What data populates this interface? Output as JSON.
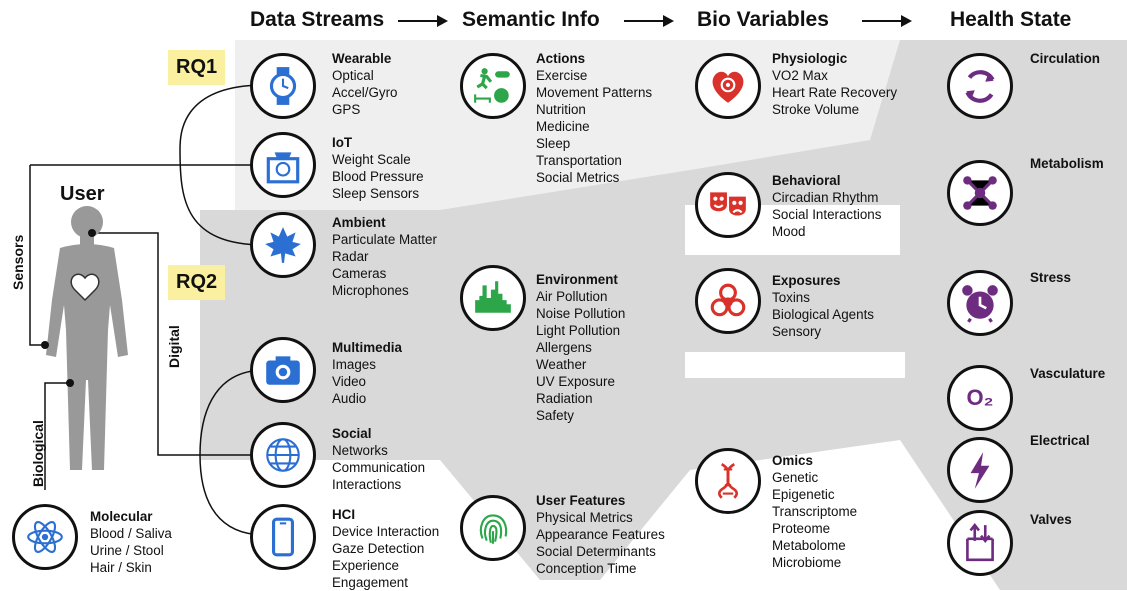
{
  "headers": [
    "Data Streams",
    "Semantic Info",
    "Bio Variables",
    "Health State"
  ],
  "rq1": "RQ1",
  "rq2": "RQ2",
  "user_label": "User",
  "side_labels": {
    "sensors": "Sensors",
    "digital": "Digital",
    "biological": "Biological"
  },
  "data_streams": [
    {
      "title": "Wearable",
      "items": [
        "Optical",
        "Accel/Gyro",
        "GPS"
      ],
      "icon": "watch-icon"
    },
    {
      "title": "IoT",
      "items": [
        "Weight Scale",
        "Blood Pressure",
        "Sleep Sensors"
      ],
      "icon": "scale-icon"
    },
    {
      "title": "Ambient",
      "items": [
        "Particulate Matter",
        "Radar",
        "Cameras",
        "Microphones"
      ],
      "icon": "leaf-icon"
    },
    {
      "title": "Multimedia",
      "items": [
        "Images",
        "Video",
        "Audio"
      ],
      "icon": "camera-icon"
    },
    {
      "title": "Social",
      "items": [
        "Networks",
        "Communication",
        "Interactions"
      ],
      "icon": "globe-icon"
    },
    {
      "title": "HCI",
      "items": [
        "Device Interaction",
        "Gaze Detection",
        "Experience",
        "Engagement"
      ],
      "icon": "phone-icon"
    },
    {
      "title": "Molecular",
      "items": [
        "Blood / Saliva",
        "Urine / Stool",
        "Hair / Skin"
      ],
      "icon": "atom-icon"
    }
  ],
  "semantic_info": [
    {
      "title": "Actions",
      "items": [
        "Exercise",
        "Movement Patterns",
        "Nutrition",
        "Medicine",
        "Sleep",
        "Transportation",
        "Social Metrics"
      ],
      "icon": "actions-icon"
    },
    {
      "title": "Environment",
      "items": [
        "Air Pollution",
        "Noise Pollution",
        "Light Pollution",
        "Allergens",
        "Weather",
        "UV Exposure",
        "Radiation",
        "Safety"
      ],
      "icon": "city-icon"
    },
    {
      "title": "User Features",
      "items": [
        "Physical Metrics",
        "Appearance Features",
        "Social Determinants",
        "Conception Time"
      ],
      "icon": "fingerprint-icon"
    }
  ],
  "bio_variables": [
    {
      "title": "Physiologic",
      "items": [
        "VO2 Max",
        "Heart Rate Recovery",
        "Stroke Volume"
      ],
      "icon": "heart-icon"
    },
    {
      "title": "Behavioral",
      "items": [
        "Circadian Rhythm",
        "Social Interactions",
        "Mood"
      ],
      "icon": "masks-icon"
    },
    {
      "title": "Exposures",
      "items": [
        "Toxins",
        "Biological Agents",
        "Sensory"
      ],
      "icon": "biohazard-icon"
    },
    {
      "title": "Omics",
      "items": [
        "Genetic",
        "Epigenetic",
        "Transcriptome",
        "Proteome",
        "Metabolome",
        "Microbiome"
      ],
      "icon": "dna-icon"
    }
  ],
  "health_state": [
    {
      "title": "Circulation",
      "icon": "cycle-icon"
    },
    {
      "title": "Metabolism",
      "icon": "molecule-icon"
    },
    {
      "title": "Stress",
      "icon": "alarm-clock-icon"
    },
    {
      "title": "Vasculature",
      "icon": "o2-icon",
      "icon_text": "O₂"
    },
    {
      "title": "Electrical",
      "icon": "lightning-icon"
    },
    {
      "title": "Valves",
      "icon": "valve-icon"
    }
  ],
  "colors": {
    "blue": "#2a6fd1",
    "green": "#2da64a",
    "red": "#d9322b",
    "purple": "#6e2c80",
    "shade": "#d9d9d9",
    "rq_bg": "#fbf0a0"
  }
}
